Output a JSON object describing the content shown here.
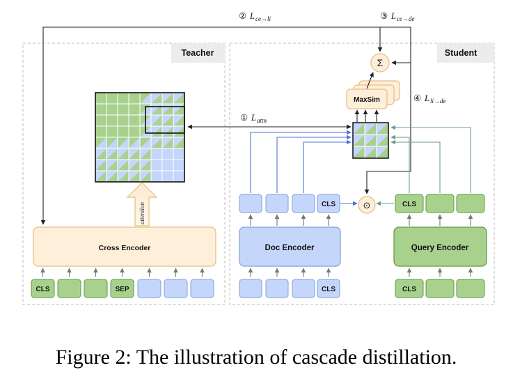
{
  "teacher": {
    "title": "Teacher",
    "cross_encoder": "Cross Encoder",
    "attention_label": "attention",
    "inputs": [
      "CLS",
      "",
      "",
      "SEP",
      "",
      "",
      ""
    ]
  },
  "student": {
    "title": "Student",
    "doc_encoder": "Doc Encoder",
    "query_encoder": "Query Encoder",
    "maxsim": "MaxSim",
    "sum_symbol": "Σ",
    "dot_symbol": "⊙",
    "doc_inputs": [
      "",
      "",
      "",
      "CLS"
    ],
    "doc_outputs": [
      "",
      "",
      "",
      "CLS"
    ],
    "query_inputs": [
      "CLS",
      "",
      ""
    ],
    "query_outputs": [
      "CLS",
      "",
      ""
    ]
  },
  "losses": {
    "l1": {
      "num": "①",
      "main": "L",
      "sub": "attn"
    },
    "l2": {
      "num": "②",
      "main": "L",
      "sub": "ce→li"
    },
    "l3": {
      "num": "③",
      "main": "L",
      "sub": "ce→de"
    },
    "l4": {
      "num": "④",
      "main": "L",
      "sub": "li→de"
    }
  },
  "caption": "Figure 2: The illustration of cascade distillation.",
  "colors": {
    "green_fill": "#a9d18e",
    "green_stroke": "#5a9a3e",
    "blue_fill": "#c5d6fb",
    "blue_stroke": "#7f9fd9",
    "encoder_orange_fill": "#fdefd9",
    "encoder_orange_stroke": "#e7bd80",
    "panel_bg": "#ececec"
  }
}
